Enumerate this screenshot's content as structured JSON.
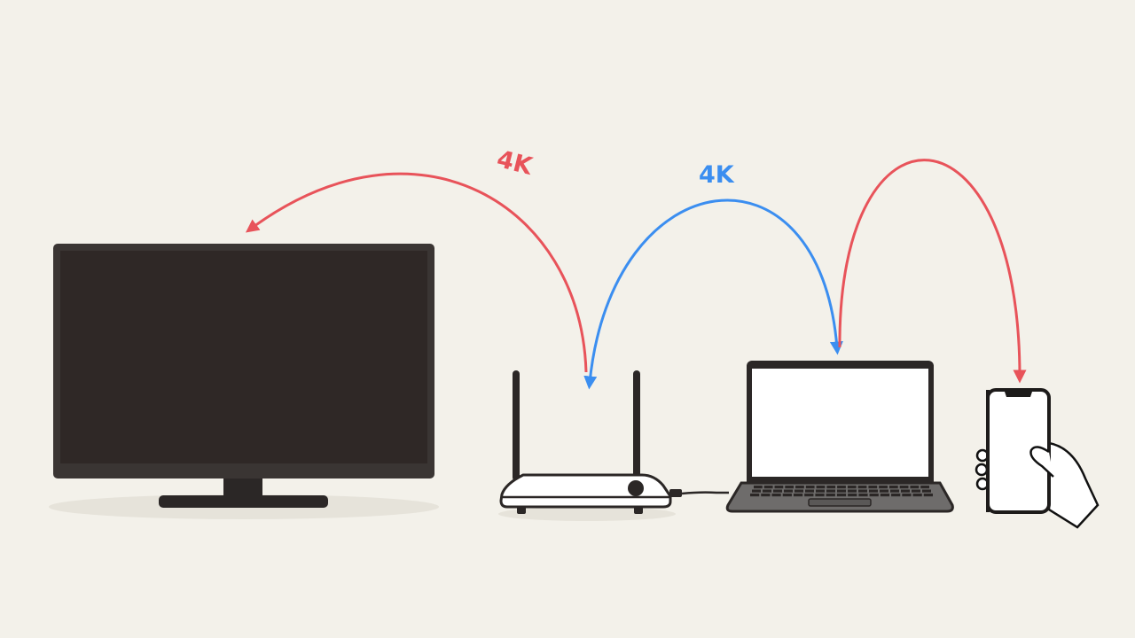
{
  "labels": {
    "router_to_tv": "4K",
    "router_to_laptop": "4K"
  },
  "colors": {
    "background": "#f3f1ea",
    "red_arrow": "#e8535a",
    "blue_arrow": "#3b8ef0",
    "device_dark": "#2b2726",
    "tv_screen": "#2f2826",
    "laptop_base": "#6e6c6b"
  },
  "devices": [
    "tv",
    "router",
    "laptop",
    "smartphone"
  ]
}
